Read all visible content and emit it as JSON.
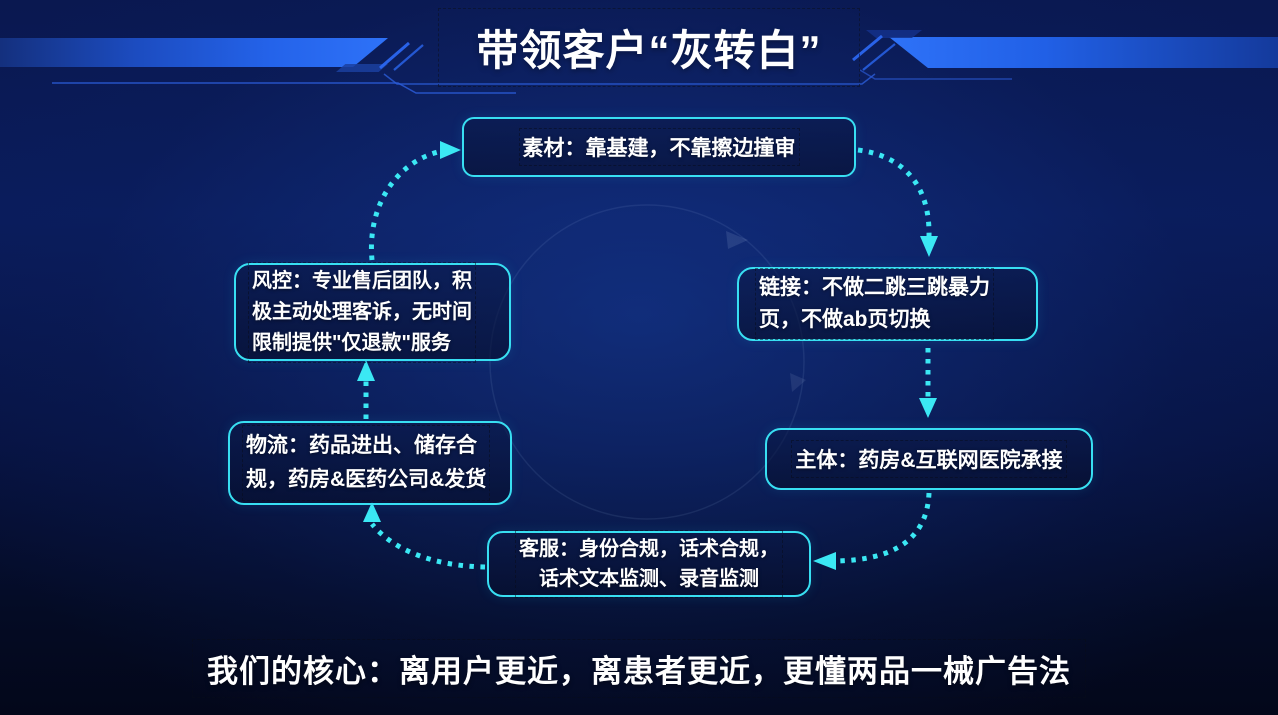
{
  "slide": {
    "title": "带领客户“灰转白”",
    "footer": "我们的核心：离用户更近，离患者更近，更懂两品一械广告法"
  },
  "nodes": [
    {
      "id": "sucai",
      "lines": [
        "素材：靠基建，不靠擦边撞审"
      ]
    },
    {
      "id": "lianjie",
      "lines": [
        "链接：不做二跳三跳暴力",
        "页，不做ab页切换"
      ]
    },
    {
      "id": "zhuti",
      "lines": [
        "主体：药房&互联网医院承接"
      ]
    },
    {
      "id": "kefu",
      "lines": [
        "客服：身份合规，话术合规，",
        "话术文本监测、录音监测"
      ]
    },
    {
      "id": "wuliu",
      "lines": [
        "物流：药品进出、储存合",
        "规，药房&医药公司&发货"
      ]
    },
    {
      "id": "fengkong",
      "lines": [
        "风控：专业售后团队，积",
        "极主动处理客诉，无时间",
        "限制提供\"仅退款\"服务"
      ]
    }
  ],
  "colors": {
    "background_navy": "#081747",
    "banner_blue": "#2368f0",
    "accent_cyan": "#3be8f4",
    "node_border_cyan": "#38dff2",
    "text_white": "#ffffff"
  }
}
